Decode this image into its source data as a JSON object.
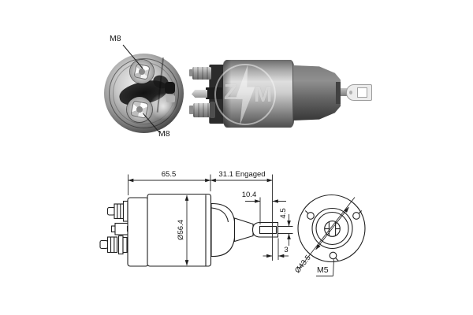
{
  "photos": {
    "rear_view": {
      "terminal_label_top": "M8",
      "terminal_label_bottom": "M8"
    },
    "side_view": {
      "watermark_letter_left": "Z",
      "watermark_letter_right": "M"
    }
  },
  "drawing": {
    "side_view": {
      "body_length": "65.5",
      "engaged_length": "31.1 Engaged",
      "fork_length": "10.4",
      "slot_width": "4.5",
      "tip_distance": "3",
      "body_diameter": "Ø56.4"
    },
    "front_view": {
      "bolt_circle_diameter": "Ø43.5",
      "mount_thread": "M5"
    }
  },
  "colors": {
    "background": "#ffffff",
    "line": "#1f1f1f",
    "text": "#141414"
  }
}
